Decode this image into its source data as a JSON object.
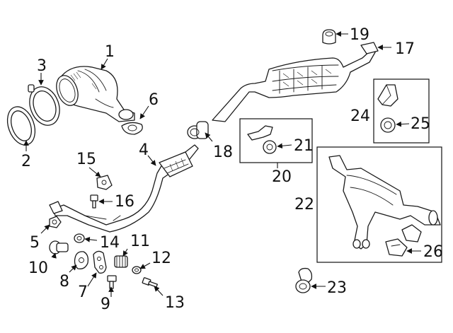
{
  "callouts": [
    {
      "id": "1",
      "text": "1"
    },
    {
      "id": "2",
      "text": "2"
    },
    {
      "id": "3",
      "text": "3"
    },
    {
      "id": "4",
      "text": "4"
    },
    {
      "id": "5",
      "text": "5"
    },
    {
      "id": "6",
      "text": "6"
    },
    {
      "id": "7",
      "text": "7"
    },
    {
      "id": "8",
      "text": "8"
    },
    {
      "id": "9",
      "text": "9"
    },
    {
      "id": "10",
      "text": "10"
    },
    {
      "id": "11",
      "text": "11"
    },
    {
      "id": "12",
      "text": "12"
    },
    {
      "id": "13",
      "text": "13"
    },
    {
      "id": "14",
      "text": "14"
    },
    {
      "id": "15",
      "text": "15"
    },
    {
      "id": "16",
      "text": "16"
    },
    {
      "id": "17",
      "text": "17"
    },
    {
      "id": "18",
      "text": "18"
    },
    {
      "id": "19",
      "text": "19"
    },
    {
      "id": "20",
      "text": "20"
    },
    {
      "id": "21",
      "text": "21"
    },
    {
      "id": "22",
      "text": "22"
    },
    {
      "id": "23",
      "text": "23"
    },
    {
      "id": "24",
      "text": "24"
    },
    {
      "id": "25",
      "text": "25"
    },
    {
      "id": "26",
      "text": "26"
    }
  ],
  "colors": {
    "line": "#1a1a1a",
    "background": "#ffffff"
  }
}
